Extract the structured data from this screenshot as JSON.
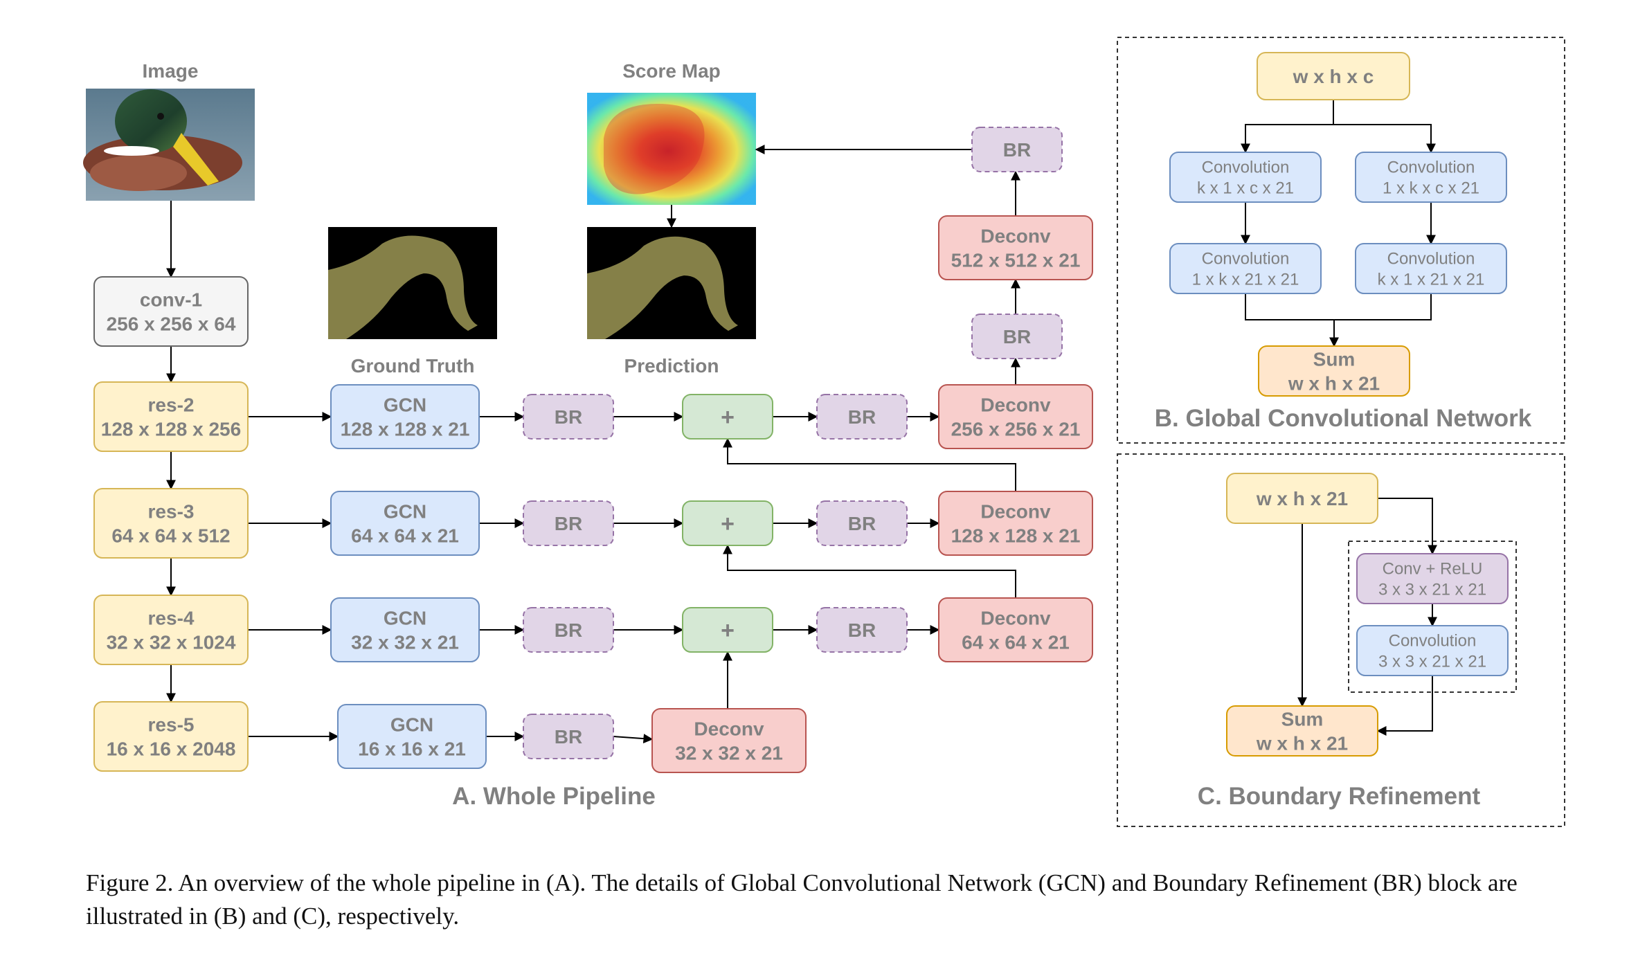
{
  "colors": {
    "yellow_fill": "#fff2cc",
    "yellow_stroke": "#d6b656",
    "blue_fill": "#dae8fc",
    "blue_stroke": "#6c8ebf",
    "red_fill": "#f8cecc",
    "red_stroke": "#b85450",
    "purple_fill": "#e1d5e7",
    "purple_stroke": "#9673a6",
    "green_fill": "#d5e8d4",
    "green_stroke": "#82b366",
    "gray_fill": "#f5f5f5",
    "gray_stroke": "#666666",
    "orange_fill": "#ffe6cc",
    "orange_stroke": "#d79b00",
    "text": "#808080",
    "mask_color": "#858048"
  },
  "panel_a": {
    "title": "A. Whole Pipeline",
    "image_label": "Image",
    "score_map_label": "Score Map",
    "ground_truth_label": "Ground Truth",
    "prediction_label": "Prediction",
    "backbone": [
      {
        "name": "conv-1",
        "size": "256 x 256 x 64"
      },
      {
        "name": "res-2",
        "size": "128 x 128 x 256"
      },
      {
        "name": "res-3",
        "size": "64 x 64 x 512"
      },
      {
        "name": "res-4",
        "size": "32 x 32 x 1024"
      },
      {
        "name": "res-5",
        "size": "16 x 16 x 2048"
      }
    ],
    "gcn": [
      {
        "name": "GCN",
        "size": "128 x 128 x 21"
      },
      {
        "name": "GCN",
        "size": "64 x 64 x 21"
      },
      {
        "name": "GCN",
        "size": "32 x 32 x 21"
      },
      {
        "name": "GCN",
        "size": "16 x 16 x 21"
      }
    ],
    "br_label": "BR",
    "plus_label": "+",
    "deconv": [
      {
        "name": "Deconv",
        "size": "512 x 512 x 21"
      },
      {
        "name": "Deconv",
        "size": "256 x 256 x 21"
      },
      {
        "name": "Deconv",
        "size": "128 x 128 x 21"
      },
      {
        "name": "Deconv",
        "size": "64 x 64 x 21"
      },
      {
        "name": "Deconv",
        "size": "32 x 32 x 21"
      }
    ]
  },
  "panel_b": {
    "title": "B. Global Convolutional Network",
    "input": "w x h x c",
    "left": [
      {
        "name": "Convolution",
        "size": "k x 1 x c x 21"
      },
      {
        "name": "Convolution",
        "size": "1 x k x 21 x 21"
      }
    ],
    "right": [
      {
        "name": "Convolution",
        "size": "1 x k x c x 21"
      },
      {
        "name": "Convolution",
        "size": "k x 1 x 21 x 21"
      }
    ],
    "sum": {
      "name": "Sum",
      "size": "w x h x 21"
    }
  },
  "panel_c": {
    "title": "C. Boundary Refinement",
    "input": "w x h x 21",
    "conv_relu": {
      "name": "Conv + ReLU",
      "size": "3 x 3 x 21 x 21"
    },
    "conv": {
      "name": "Convolution",
      "size": "3 x 3 x 21 x 21"
    },
    "sum": {
      "name": "Sum",
      "size": "w x h x 21"
    }
  },
  "caption": "Figure 2.  An overview of the whole pipeline in (A). The details of Global Convolutional Network (GCN) and Boundary Refinement (BR) block are illustrated in (B) and (C), respectively."
}
